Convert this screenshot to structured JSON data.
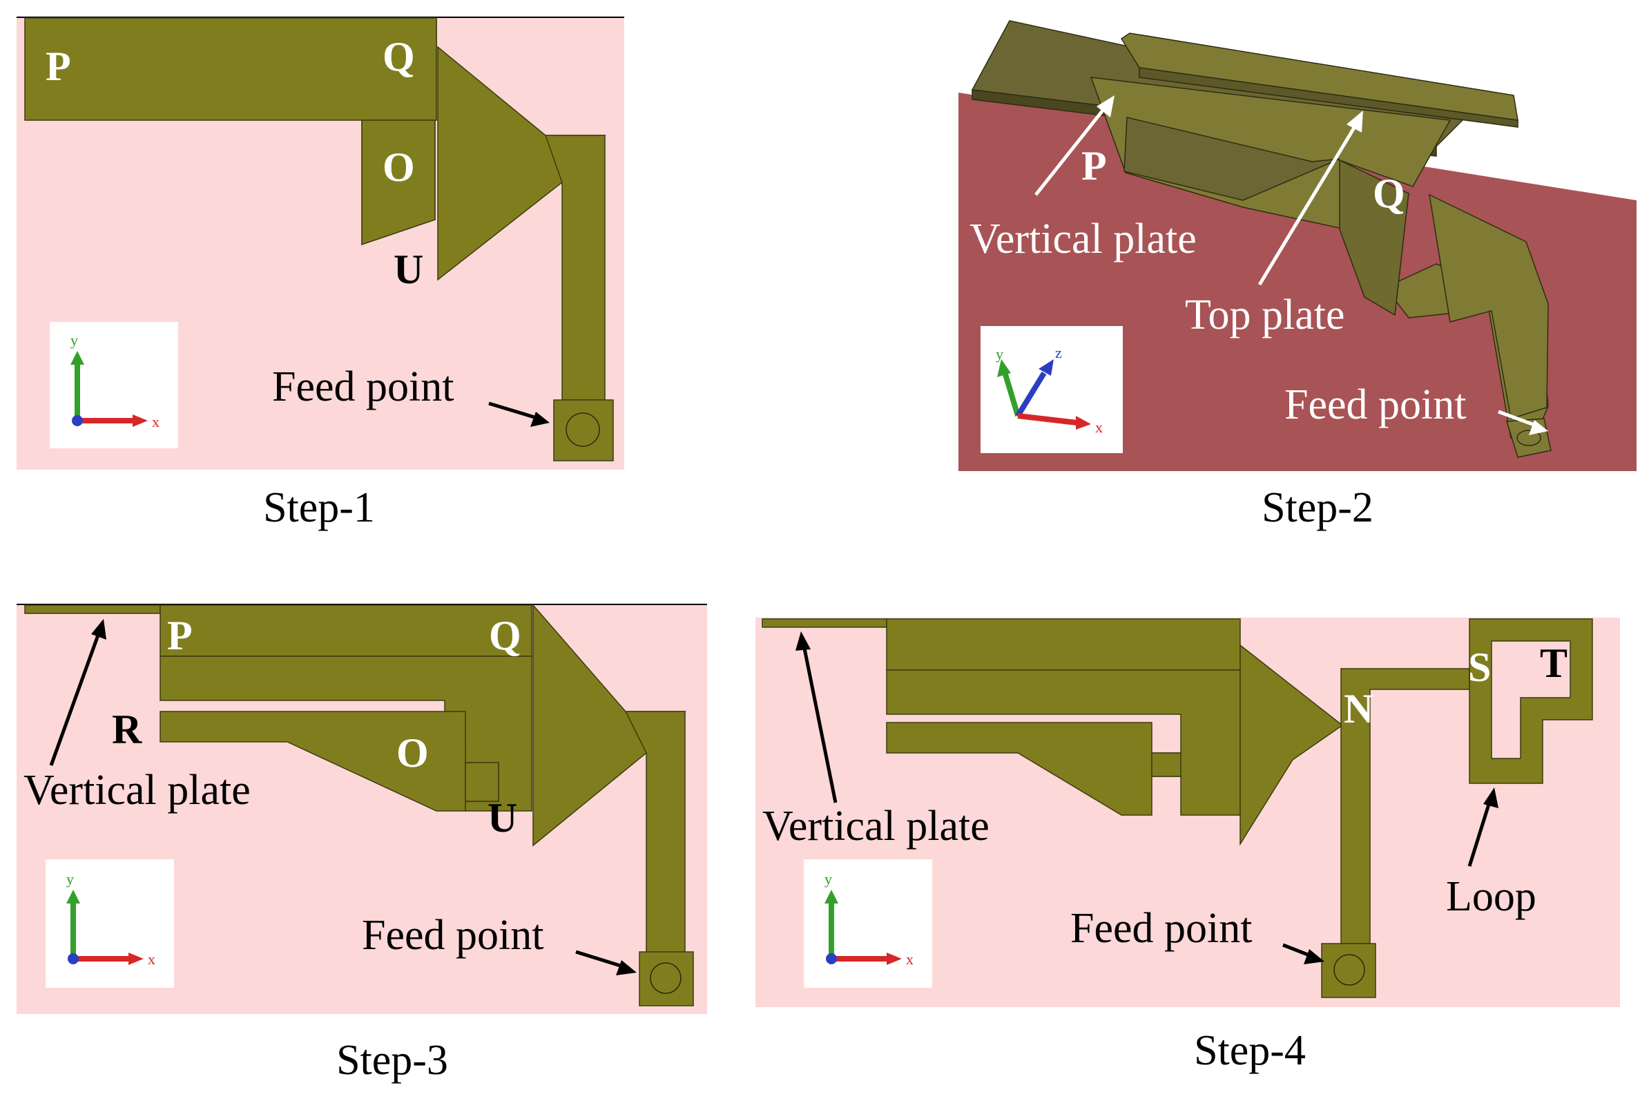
{
  "colors": {
    "background_light": "#fdd8d8",
    "background_dark": "#a85356",
    "metal": "#807d1e",
    "metal_light": "#7f7b35",
    "metal_dark": "#6b6634",
    "label_white": "#ffffff",
    "label_black": "#000000",
    "axis_y": "#33a02c",
    "axis_x": "#d62728",
    "axis_z": "#2a3fbf"
  },
  "panels": [
    {
      "caption": "Step-1",
      "labels": {
        "P": "P",
        "Q": "Q",
        "O": "O",
        "U": "U",
        "feed": "Feed point"
      },
      "axes": {
        "y": "y",
        "x": "x"
      }
    },
    {
      "caption": "Step-2",
      "labels": {
        "P": "P",
        "Q": "Q",
        "vertical": "Vertical plate",
        "top": "Top plate",
        "feed": "Feed point"
      },
      "axes": {
        "y": "y",
        "z": "z",
        "x": "x"
      }
    },
    {
      "caption": "Step-3",
      "labels": {
        "P": "P",
        "Q": "Q",
        "R": "R",
        "O": "O",
        "U": "U",
        "vertical": "Vertical plate",
        "feed": "Feed point"
      },
      "axes": {
        "y": "y",
        "x": "x"
      }
    },
    {
      "caption": "Step-4",
      "labels": {
        "N": "N",
        "S": "S",
        "T": "T",
        "vertical": "Vertical plate",
        "loop": "Loop",
        "feed": "Feed point"
      },
      "axes": {
        "y": "y",
        "x": "x"
      }
    }
  ]
}
